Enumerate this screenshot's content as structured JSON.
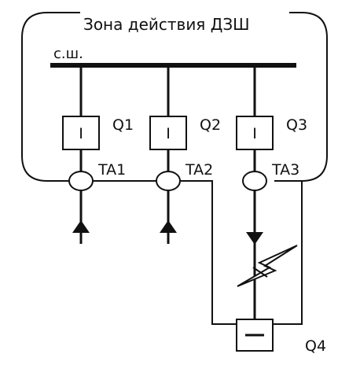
{
  "diagram": {
    "zone_label": "Зона действия ДЗШ",
    "busbar_label": "с.ш.",
    "breakers": [
      {
        "label": "Q1",
        "symbol": "I"
      },
      {
        "label": "Q2",
        "symbol": "I"
      },
      {
        "label": "Q3",
        "symbol": "I"
      }
    ],
    "current_transformers": [
      {
        "label": "TA1"
      },
      {
        "label": "TA2"
      },
      {
        "label": "TA3"
      }
    ],
    "remote_breaker": {
      "label": "Q4",
      "symbol": "–"
    },
    "icons": [
      "arrow-up-icon",
      "arrow-up-icon",
      "arrow-down-icon",
      "lightning-fault-icon"
    ],
    "colors": {
      "line": "#111111",
      "background": "#ffffff"
    }
  }
}
